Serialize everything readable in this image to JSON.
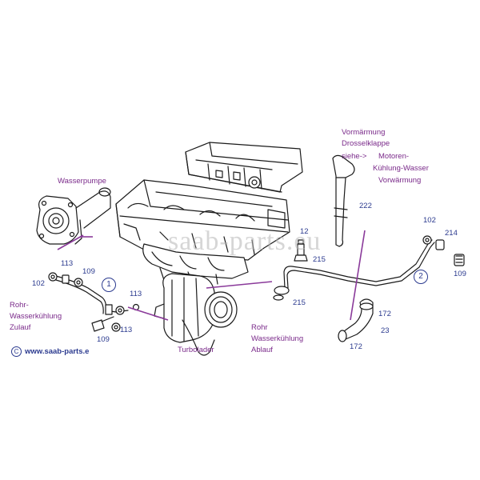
{
  "watermark": "saab-parts.eu",
  "website": "www.saab-parts.e",
  "copyright_symbol": "C",
  "labels": {
    "vorwarmung": "Vormärmung",
    "drosselklappe": "Drosselklappe",
    "siehe": "siehe->",
    "motoren": "Motoren-",
    "kuehlung_wasser": "Kühlung-Wasser",
    "vorwaermung": "Vorwärmung",
    "wasserpumpe": "Wasserpumpe",
    "rohr_zulauf_1": "Rohr-",
    "rohr_zulauf_2": "Wasserkühlung",
    "rohr_zulauf_3": "Zulauf",
    "turbolader": "Turbolader",
    "rohr_ablauf_1": "Rohr",
    "rohr_ablauf_2": "Wasserkühlung",
    "rohr_ablauf_3": "Ablauf"
  },
  "part_numbers": {
    "p222": "222",
    "p102_right": "102",
    "p214": "214",
    "p109_right": "109",
    "p12": "12",
    "p215_top": "215",
    "p215_mid": "215",
    "p172_a": "172",
    "p23": "23",
    "p172_b": "172",
    "p113_a": "113",
    "p109_a": "109",
    "p102_left": "102",
    "p113_b": "113",
    "p113_c": "113",
    "p109_b": "109"
  },
  "callouts": {
    "c1": "1",
    "c2": "2"
  },
  "colors": {
    "label_purple": "#7a2a8a",
    "number_blue": "#2b3a8f",
    "line_art": "#1a1a1a",
    "leader_purple": "#8a3a9a"
  }
}
